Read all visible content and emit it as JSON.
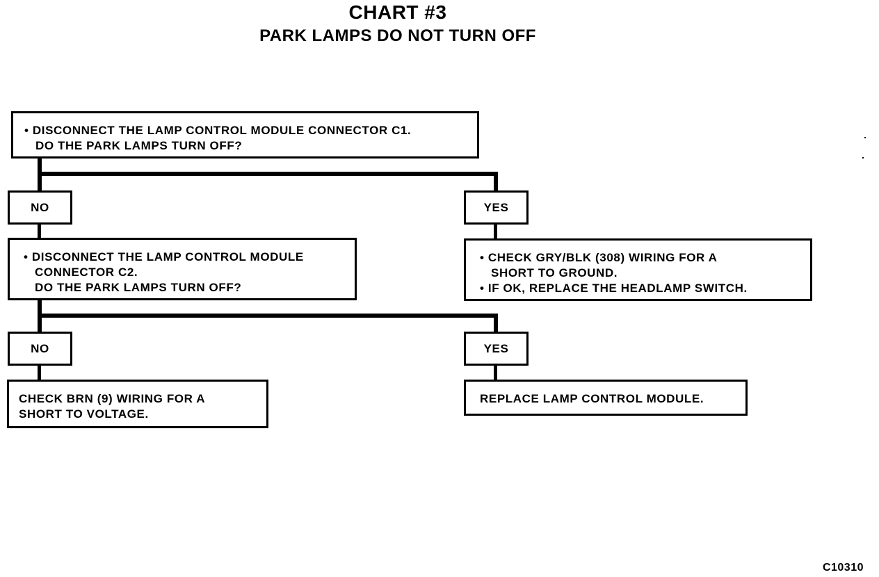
{
  "header": {
    "title": "CHART #3",
    "subtitle": "PARK LAMPS DO NOT TURN OFF"
  },
  "steps": {
    "step1": {
      "line1": "• DISCONNECT THE LAMP CONTROL MODULE CONNECTOR C1.",
      "line2": "DO THE PARK LAMPS TURN OFF?"
    },
    "no1": "NO",
    "yes1": "YES",
    "step2": {
      "line1": "• DISCONNECT THE LAMP CONTROL MODULE",
      "line2": "CONNECTOR C2.",
      "line3": "DO THE PARK LAMPS TURN OFF?"
    },
    "yes1_action": {
      "line1": "• CHECK GRY/BLK (308) WIRING FOR A",
      "line2": "SHORT TO GROUND.",
      "line3": "• IF OK, REPLACE THE HEADLAMP SWITCH."
    },
    "no2": "NO",
    "yes2": "YES",
    "no2_action": {
      "line1": "CHECK BRN (9) WIRING FOR A",
      "line2": "SHORT TO VOLTAGE."
    },
    "yes2_action": "REPLACE LAMP CONTROL MODULE."
  },
  "footer": {
    "code": "C10310"
  }
}
